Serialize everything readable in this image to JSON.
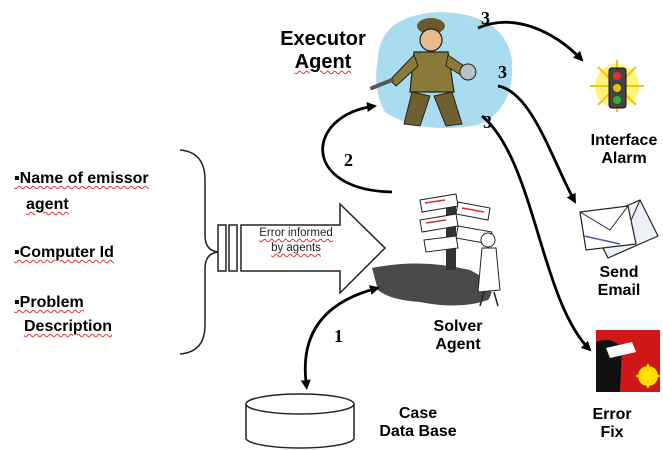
{
  "executor": {
    "line1": "Executor",
    "line2": "Agent"
  },
  "solver": {
    "line1": "Solver",
    "line2": "Agent"
  },
  "database": {
    "line1": "Case",
    "line2": "Data Base"
  },
  "outputs": {
    "alarm": {
      "line1": "Interface",
      "line2": "Alarm"
    },
    "email": {
      "line1": "Send",
      "line2": "Email"
    },
    "fix": {
      "line1": "Error",
      "line2": "Fix"
    }
  },
  "inputs": {
    "item1_line1": "▪Name of emissor",
    "item1_line2": "agent",
    "item2": "▪Computer Id",
    "item3_line1": "▪Problem",
    "item3_line2": "Description"
  },
  "message_arrow": {
    "line1": "Error informed",
    "line2": "by agents"
  },
  "steps": {
    "one": "1",
    "two": "2",
    "three_a": "3",
    "three_b": "3",
    "three_c": "3"
  }
}
